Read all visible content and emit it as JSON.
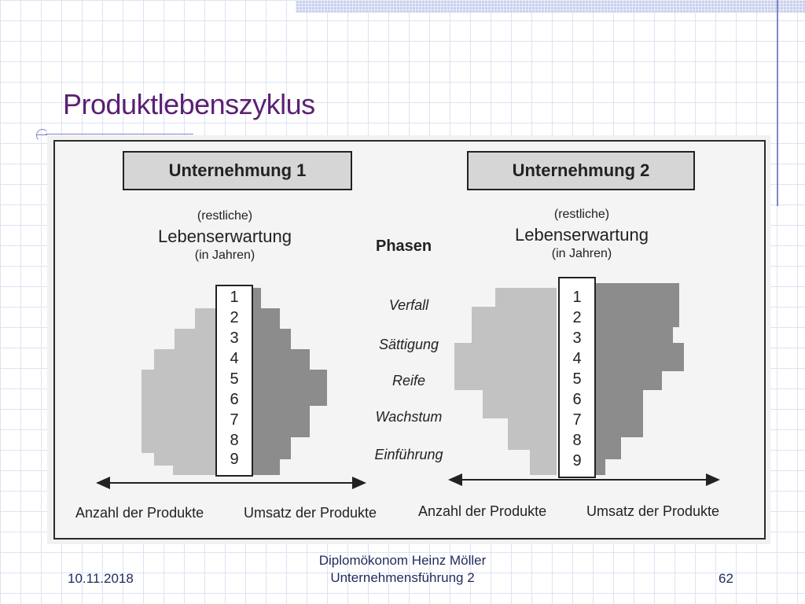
{
  "slide": {
    "title": "Produktlebenszyklus",
    "footer": {
      "date": "10.11.2018",
      "author": "Diplomökonom Heinz Möller",
      "course": "Unternehmensführung 2",
      "page": "62"
    }
  },
  "diagram": {
    "company_left": "Unternehmung 1",
    "company_right": "Unternehmung 2",
    "life_small_top": "(restliche)",
    "life_main": "Lebenserwartung",
    "life_small_bottom": "(in Jahren)",
    "phases_heading": "Phasen",
    "phases": [
      "Verfall",
      "Sättigung",
      "Reife",
      "Wachstum",
      "Einführung"
    ],
    "years": [
      "1",
      "2",
      "3",
      "4",
      "5",
      "6",
      "7",
      "8",
      "9"
    ],
    "axis_left": "Anzahl der Produkte",
    "axis_right": "Umsatz der Produkte"
  },
  "colors": {
    "title": "#5b1f72",
    "footer": "#1f2a5c",
    "shade_light": "#bdbdbd",
    "shade_dark": "#8c8c8c"
  }
}
